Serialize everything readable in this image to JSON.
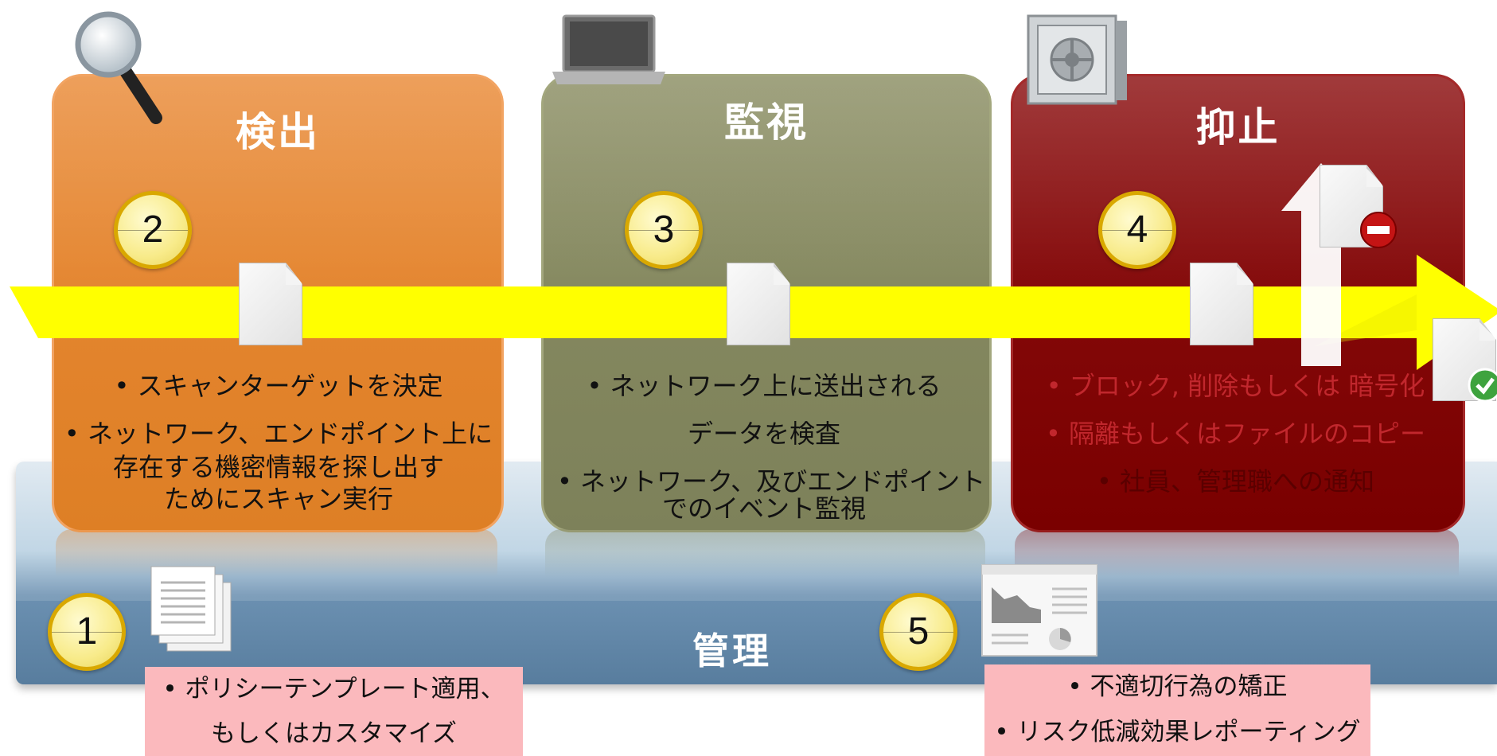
{
  "panels": {
    "detect": {
      "title": "検出",
      "number": "2",
      "bullets": [
        "• スキャンターゲットを決定",
        "• ネットワーク、エンドポイント上に",
        "存在する機密情報を探し出す",
        "ためにスキャン実行"
      ]
    },
    "monitor": {
      "title": "監視",
      "number": "3",
      "bullets": [
        "• ネットワーク上に送出される",
        "データを検査",
        "• ネットワーク、及びエンドポイント",
        "でのイベント監視"
      ]
    },
    "stop": {
      "title": "抑止",
      "number": "4",
      "bullets": [
        "• ブロック, 削除もしくは 暗号化",
        "• 隔離もしくはファイルのコピー",
        "• 社員、管理職への通知"
      ]
    }
  },
  "management": {
    "title": "管理",
    "step1": {
      "number": "1",
      "bullets": [
        "• ポリシーテンプレート適用、",
        "もしくはカスタマイズ"
      ]
    },
    "step5": {
      "number": "5",
      "bullets": [
        "• 不適切行為の矯正",
        "• リスク低減効果レポーティング"
      ]
    }
  },
  "colors": {
    "detect": "#de7f25",
    "monitor": "#7d815a",
    "stop": "#7a0000",
    "arrow": "#ffff00",
    "management": "#5e85a6",
    "note": "#fbb9bd"
  },
  "icons": [
    "magnifier-icon",
    "laptop-icon",
    "safe-icon",
    "document-icon",
    "block-icon",
    "check-icon",
    "report-icon",
    "dashboard-icon"
  ]
}
